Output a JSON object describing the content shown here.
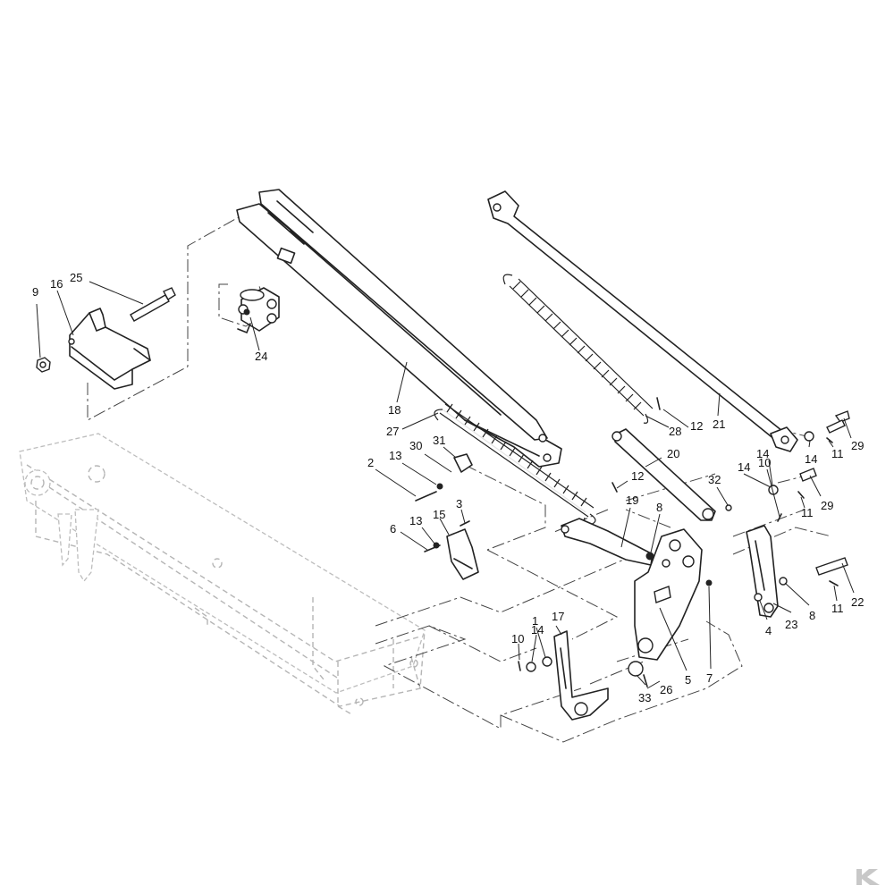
{
  "callouts": [
    {
      "label": "9",
      "part": "nut"
    },
    {
      "label": "16",
      "part": "bracket"
    },
    {
      "label": "25",
      "part": "bolt"
    },
    {
      "label": "24",
      "part": "clamp-block"
    },
    {
      "label": "18",
      "part": "lift-arm"
    },
    {
      "label": "27",
      "part": "tension-spring-lower"
    },
    {
      "label": "31",
      "part": "spring-anchor"
    },
    {
      "label": "30",
      "part": "washer"
    },
    {
      "label": "13",
      "part": "washer"
    },
    {
      "label": "2",
      "part": "bolt"
    },
    {
      "label": "13",
      "part": "washer"
    },
    {
      "label": "15",
      "part": "latch-plate"
    },
    {
      "label": "3",
      "part": "bolt"
    },
    {
      "label": "6",
      "part": "bolt"
    },
    {
      "label": "12",
      "part": "cotter-pin"
    },
    {
      "label": "28",
      "part": "spring-hook"
    },
    {
      "label": "21",
      "part": "push-rod"
    },
    {
      "label": "20",
      "part": "link-rod"
    },
    {
      "label": "12",
      "part": "cotter-pin"
    },
    {
      "label": "19",
      "part": "linkage-plate"
    },
    {
      "label": "8",
      "part": "nut"
    },
    {
      "label": "32",
      "part": "grease-fitting"
    },
    {
      "label": "14",
      "part": "washer"
    },
    {
      "label": "10",
      "part": "cotter-pin"
    },
    {
      "label": "14",
      "part": "washer"
    },
    {
      "label": "14",
      "part": "washer"
    },
    {
      "label": "11",
      "part": "cotter-pin"
    },
    {
      "label": "29",
      "part": "clevis-pin"
    },
    {
      "label": "11",
      "part": "cotter-pin"
    },
    {
      "label": "29",
      "part": "clevis-pin"
    },
    {
      "label": "22",
      "part": "clevis-pin"
    },
    {
      "label": "11",
      "part": "cotter-pin"
    },
    {
      "label": "8",
      "part": "nut"
    },
    {
      "label": "23",
      "part": "washer"
    },
    {
      "label": "4",
      "part": "bushing"
    },
    {
      "label": "10",
      "part": "cotter-pin"
    },
    {
      "label": "14",
      "part": "washer"
    },
    {
      "label": "1",
      "part": "nut"
    },
    {
      "label": "17",
      "part": "lever-arm"
    },
    {
      "label": "33",
      "part": "bushing"
    },
    {
      "label": "26",
      "part": "bolt"
    },
    {
      "label": "5",
      "part": "bellcrank"
    },
    {
      "label": "7",
      "part": "nut"
    }
  ],
  "logo": {
    "text": "K",
    "color": "#c8c8c8"
  },
  "colors": {
    "ink": "#222222",
    "ghost": "#b5b5b5",
    "background": "#ffffff"
  }
}
